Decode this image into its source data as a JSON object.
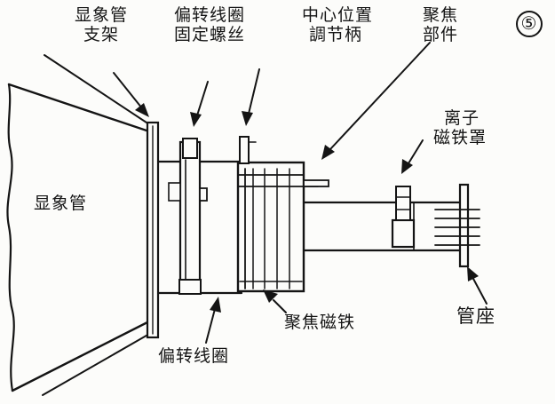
{
  "diagram": {
    "figure_number": "⑤",
    "labels": {
      "tube_support": [
        "显象管",
        "支架"
      ],
      "yoke_screw": [
        "偏转线圈",
        "固定螺丝"
      ],
      "center_handle": [
        "中心位置",
        "調节柄"
      ],
      "focus_part": [
        "聚焦",
        "部件"
      ],
      "ion_trap": [
        "离子",
        "磁铁罩"
      ],
      "crt": "显象管",
      "deflection_coil": "偏转线圈",
      "focus_magnet": "聚焦磁铁",
      "socket": "管座"
    }
  }
}
